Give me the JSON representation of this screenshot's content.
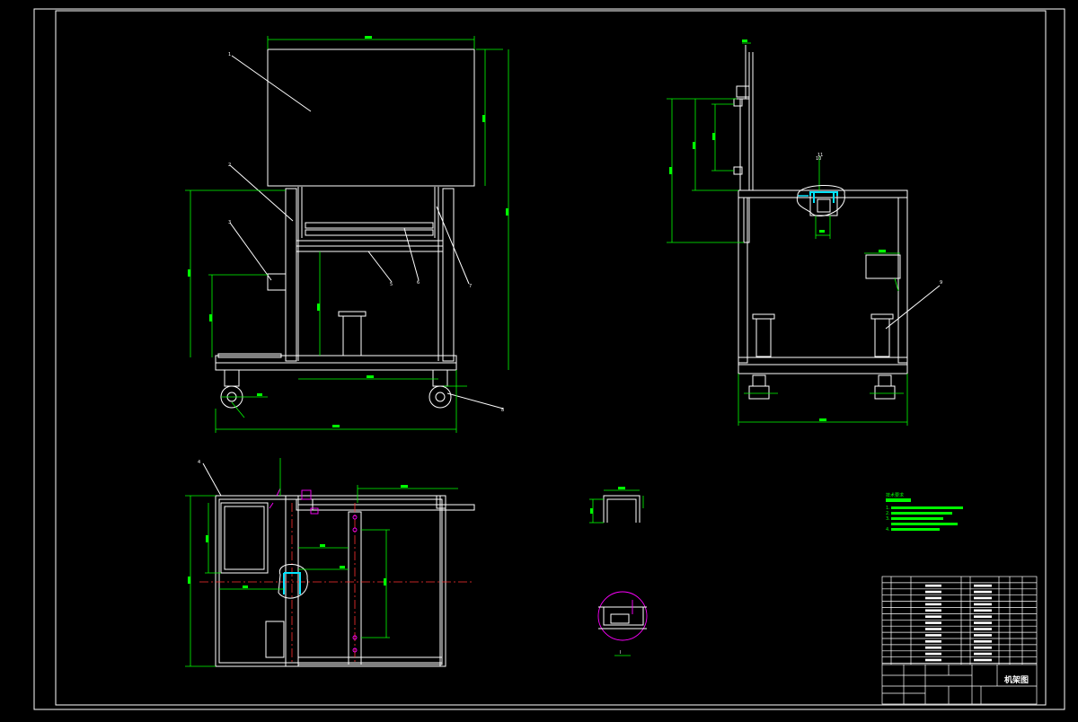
{
  "drawing": {
    "title": "机架图",
    "colors": {
      "background": "#000000",
      "outline": "#ffffff",
      "dimension": "#00ff00",
      "centerline": "#ff3030",
      "detail": "#ff00ff",
      "highlight": "#00e5ff"
    },
    "balloons": [
      "1",
      "2",
      "3",
      "4",
      "5",
      "6",
      "7",
      "8",
      "9",
      "10",
      "11"
    ],
    "detail_label": "I",
    "notes_heading": "技术要求",
    "notes": [
      "1.",
      "2.",
      "3.",
      "4."
    ]
  }
}
